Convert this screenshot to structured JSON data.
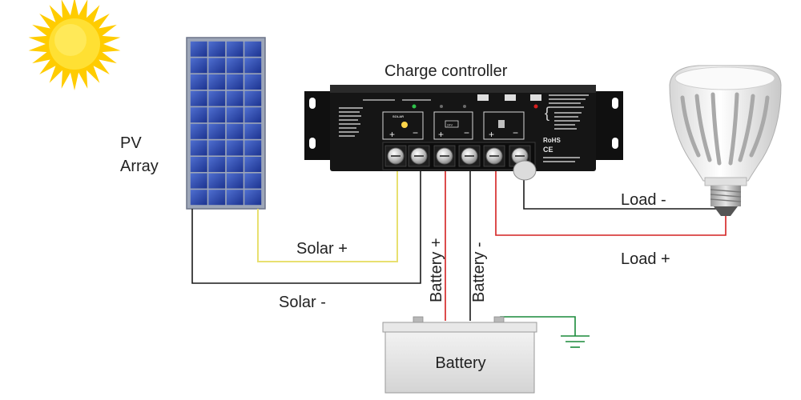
{
  "labels": {
    "pv_array_line1": "PV",
    "pv_array_line2": "Array",
    "charge_controller": "Charge controller",
    "solar_plus": "Solar +",
    "solar_minus": "Solar -",
    "battery_plus": "Battery +",
    "battery_minus": "Battery -",
    "load_minus": "Load -",
    "load_plus": "Load +",
    "battery": "Battery"
  },
  "controller_markings": {
    "solar": "SOLAR",
    "rohs": "RoHS",
    "ce": "CE",
    "voltage": "24V"
  },
  "colors": {
    "solar_positive_wire": "#e8e070",
    "negative_wire": "#1a1a1a",
    "positive_wire": "#d42020",
    "ground_wire": "#1a8a3a",
    "sun": "#ffd000",
    "panel_cell": "#2a46a8",
    "controller_body": "#151515",
    "battery_body": "#e4e4e4"
  },
  "icons": [
    "sun-icon",
    "solar-panel-icon",
    "led-bulb-icon",
    "ground-symbol-icon"
  ]
}
